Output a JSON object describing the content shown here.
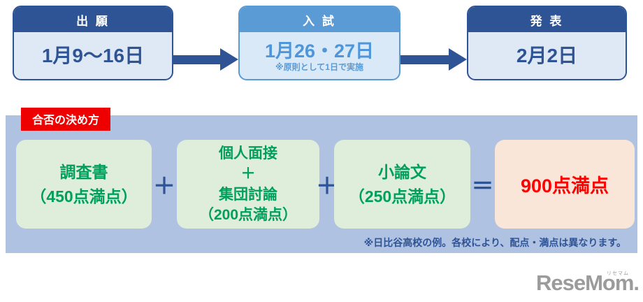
{
  "timeline": {
    "steps": [
      {
        "title": "出 願",
        "date": "1月9〜16日",
        "note": ""
      },
      {
        "title": "入 試",
        "date": "1月26・27日",
        "note": "※原則として1日で実施"
      },
      {
        "title": "発 表",
        "date": "2月2日",
        "note": ""
      }
    ]
  },
  "scoring": {
    "label": "合否の決め方",
    "boxes": [
      {
        "lines": [
          "調査書",
          "（450点満点）"
        ]
      },
      {
        "lines": [
          "個人面接",
          "＋",
          "集団討論",
          "（200点満点）"
        ]
      },
      {
        "lines": [
          "小論文",
          "（250点満点）"
        ]
      }
    ],
    "operator_plus": "＋",
    "operator_equals": "＝",
    "total": "900点満点",
    "footnote": "※日比谷高校の例。各校により、配点・満点は異なります。"
  },
  "logo": {
    "text": "ReseMom.",
    "ruby": "リセマム"
  },
  "colors": {
    "navy": "#2F5496",
    "mid_blue": "#5B9BD5",
    "date_blue": "#4E96D9",
    "box_body_blue": "#DEE9F5",
    "box_body_light_blue": "#D9E9F8",
    "panel_bg": "#B0C2E2",
    "green_text": "#00A05C",
    "green_bg": "#DFEEDA",
    "label_red": "#EE0000",
    "total_red": "#FF0000",
    "total_bg": "#FAE6D9",
    "logo_gray": "#9B9B9B"
  }
}
